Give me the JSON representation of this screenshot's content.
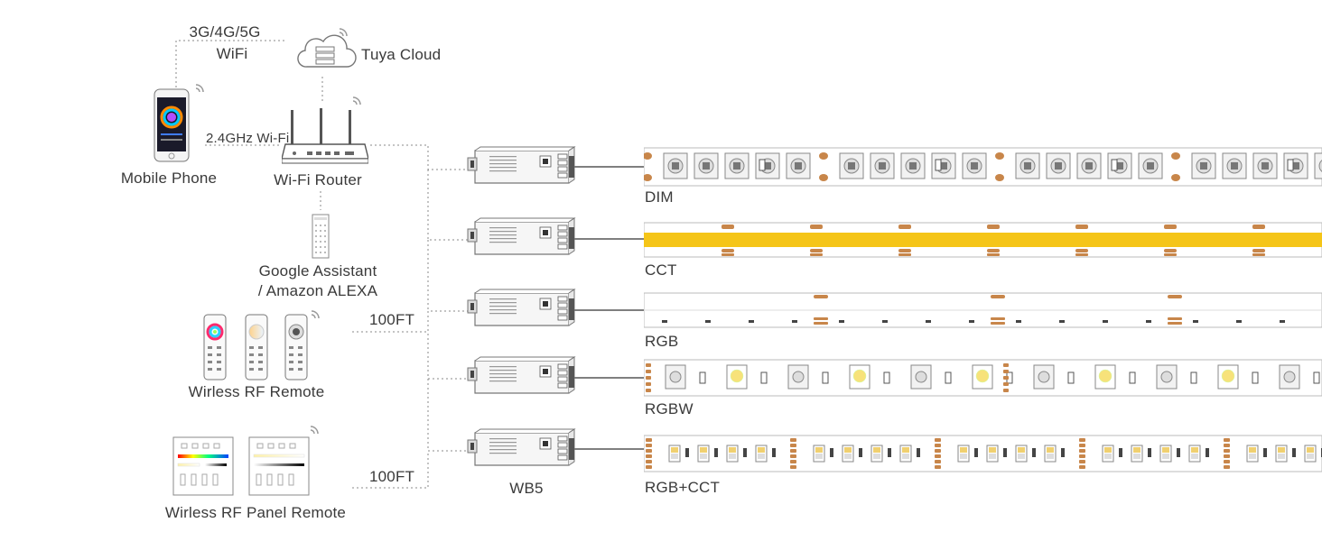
{
  "network": {
    "connection_label": "3G/4G/5G",
    "wifi_label": "WiFi",
    "cloud_label": "Tuya Cloud",
    "phone_label": "Mobile Phone",
    "router_link_label": "2.4GHz Wi-Fi",
    "router_label": "Wi-Fi Router",
    "assistant_label_line1": "Google Assistant",
    "assistant_label_line2": "/ Amazon ALEXA"
  },
  "remotes": {
    "rf_remote_label": "Wirless RF Remote",
    "rf_panel_label": "Wirless RF Panel Remote",
    "distance_1": "100FT",
    "distance_2": "100FT"
  },
  "controller": {
    "label": "WB5"
  },
  "strips": [
    {
      "label": "DIM",
      "type": "dim"
    },
    {
      "label": "CCT",
      "type": "cct"
    },
    {
      "label": "RGB",
      "type": "rgb"
    },
    {
      "label": "RGBW",
      "type": "rgbw"
    },
    {
      "label": "RGB+CCT",
      "type": "rgbcct"
    }
  ],
  "colors": {
    "line": "#555555",
    "dotted": "#888888",
    "pad": "#c8864a",
    "cob": "#f5c518",
    "led_warm": "#f7e27a"
  }
}
